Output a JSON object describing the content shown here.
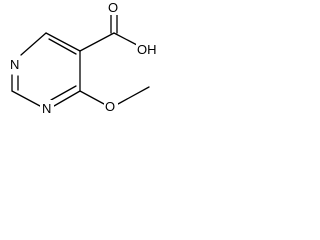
{
  "molecule": {
    "atoms": {
      "n1": "N",
      "n3": "N",
      "carbonyl_o": "O",
      "hydroxyl": "OH",
      "ether_o": "O"
    }
  }
}
